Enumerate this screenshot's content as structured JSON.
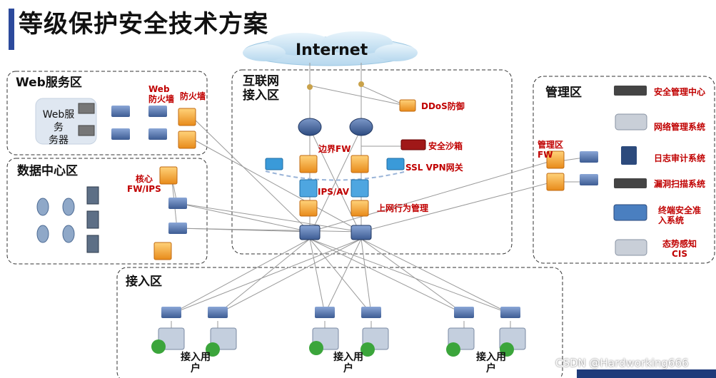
{
  "title": "等级保护安全技术方案",
  "internet": "Internet",
  "zones": {
    "web": "Web服务区",
    "datacenter": "数据中心区",
    "internet_access": "互联网\n接入区",
    "management": "管理区",
    "access": "接入区"
  },
  "labels": {
    "web_servers": "Web服务\n务器",
    "web_fw": "Web\n防火墙",
    "firewall": "防火墙",
    "core_fw": "核心\nFW/IPS",
    "ddos": "DDoS防御",
    "sandbox": "安全沙箱",
    "border_fw": "边界FW",
    "ssl_vpn": "SSL VPN网关",
    "ips_av": "IPS/AV",
    "behavior_mgmt": "上网行为管理",
    "mgmt_fw": "管理区\nFW",
    "access_user": "接入用\n户"
  },
  "management_systems": [
    "安全管理中心",
    "网络管理系统",
    "日志审计系统",
    "漏洞扫描系统",
    "终端安全准\n入系统",
    "态势感知\nCIS"
  ],
  "watermark": "CSDN @Hardworking666",
  "colors": {
    "title_bar": "#2c4a9c",
    "red_label": "#c00000",
    "orange_device": "#f2a33a",
    "blue_device": "#5a78a8"
  }
}
